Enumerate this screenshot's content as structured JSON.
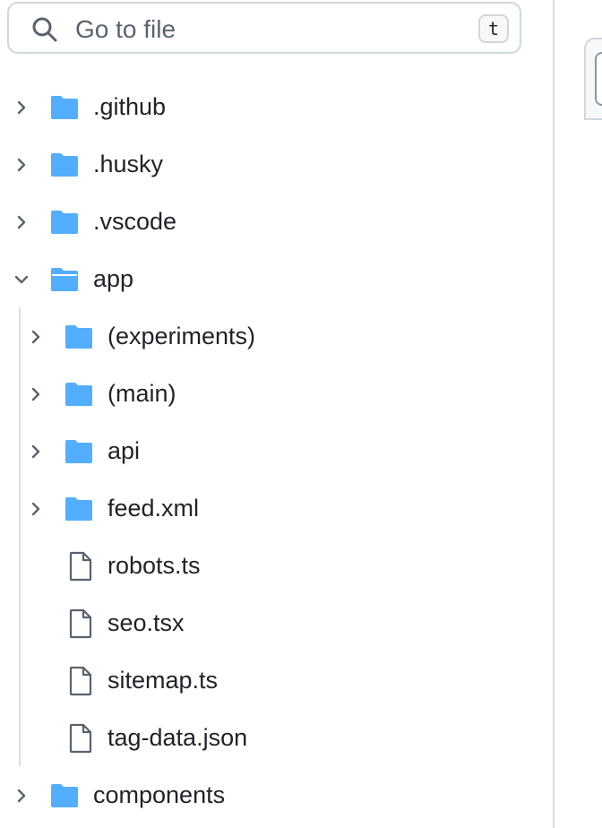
{
  "search": {
    "placeholder": "Go to file",
    "shortcut": "t"
  },
  "tree": [
    {
      "label": ".github",
      "type": "folder",
      "state": "collapsed",
      "depth": 0
    },
    {
      "label": ".husky",
      "type": "folder",
      "state": "collapsed",
      "depth": 0
    },
    {
      "label": ".vscode",
      "type": "folder",
      "state": "collapsed",
      "depth": 0
    },
    {
      "label": "app",
      "type": "folder",
      "state": "expanded",
      "depth": 0
    },
    {
      "label": "(experiments)",
      "type": "folder",
      "state": "collapsed",
      "depth": 1
    },
    {
      "label": "(main)",
      "type": "folder",
      "state": "collapsed",
      "depth": 1
    },
    {
      "label": "api",
      "type": "folder",
      "state": "collapsed",
      "depth": 1
    },
    {
      "label": "feed.xml",
      "type": "folder",
      "state": "collapsed",
      "depth": 1
    },
    {
      "label": "robots.ts",
      "type": "file",
      "depth": 1
    },
    {
      "label": "seo.tsx",
      "type": "file",
      "depth": 1
    },
    {
      "label": "sitemap.ts",
      "type": "file",
      "depth": 1
    },
    {
      "label": "tag-data.json",
      "type": "file",
      "depth": 1
    },
    {
      "label": "components",
      "type": "folder",
      "state": "collapsed",
      "depth": 0
    }
  ],
  "colors": {
    "folder": "#54aeff",
    "file_icon": "#59636e",
    "text": "#1f2328",
    "border": "#d0d7de"
  },
  "icons": {
    "search": "search-icon",
    "collapsed": "chevron-right-icon",
    "expanded": "chevron-down-icon",
    "folder_closed": "folder-icon",
    "folder_open": "folder-open-icon",
    "file": "file-icon"
  }
}
